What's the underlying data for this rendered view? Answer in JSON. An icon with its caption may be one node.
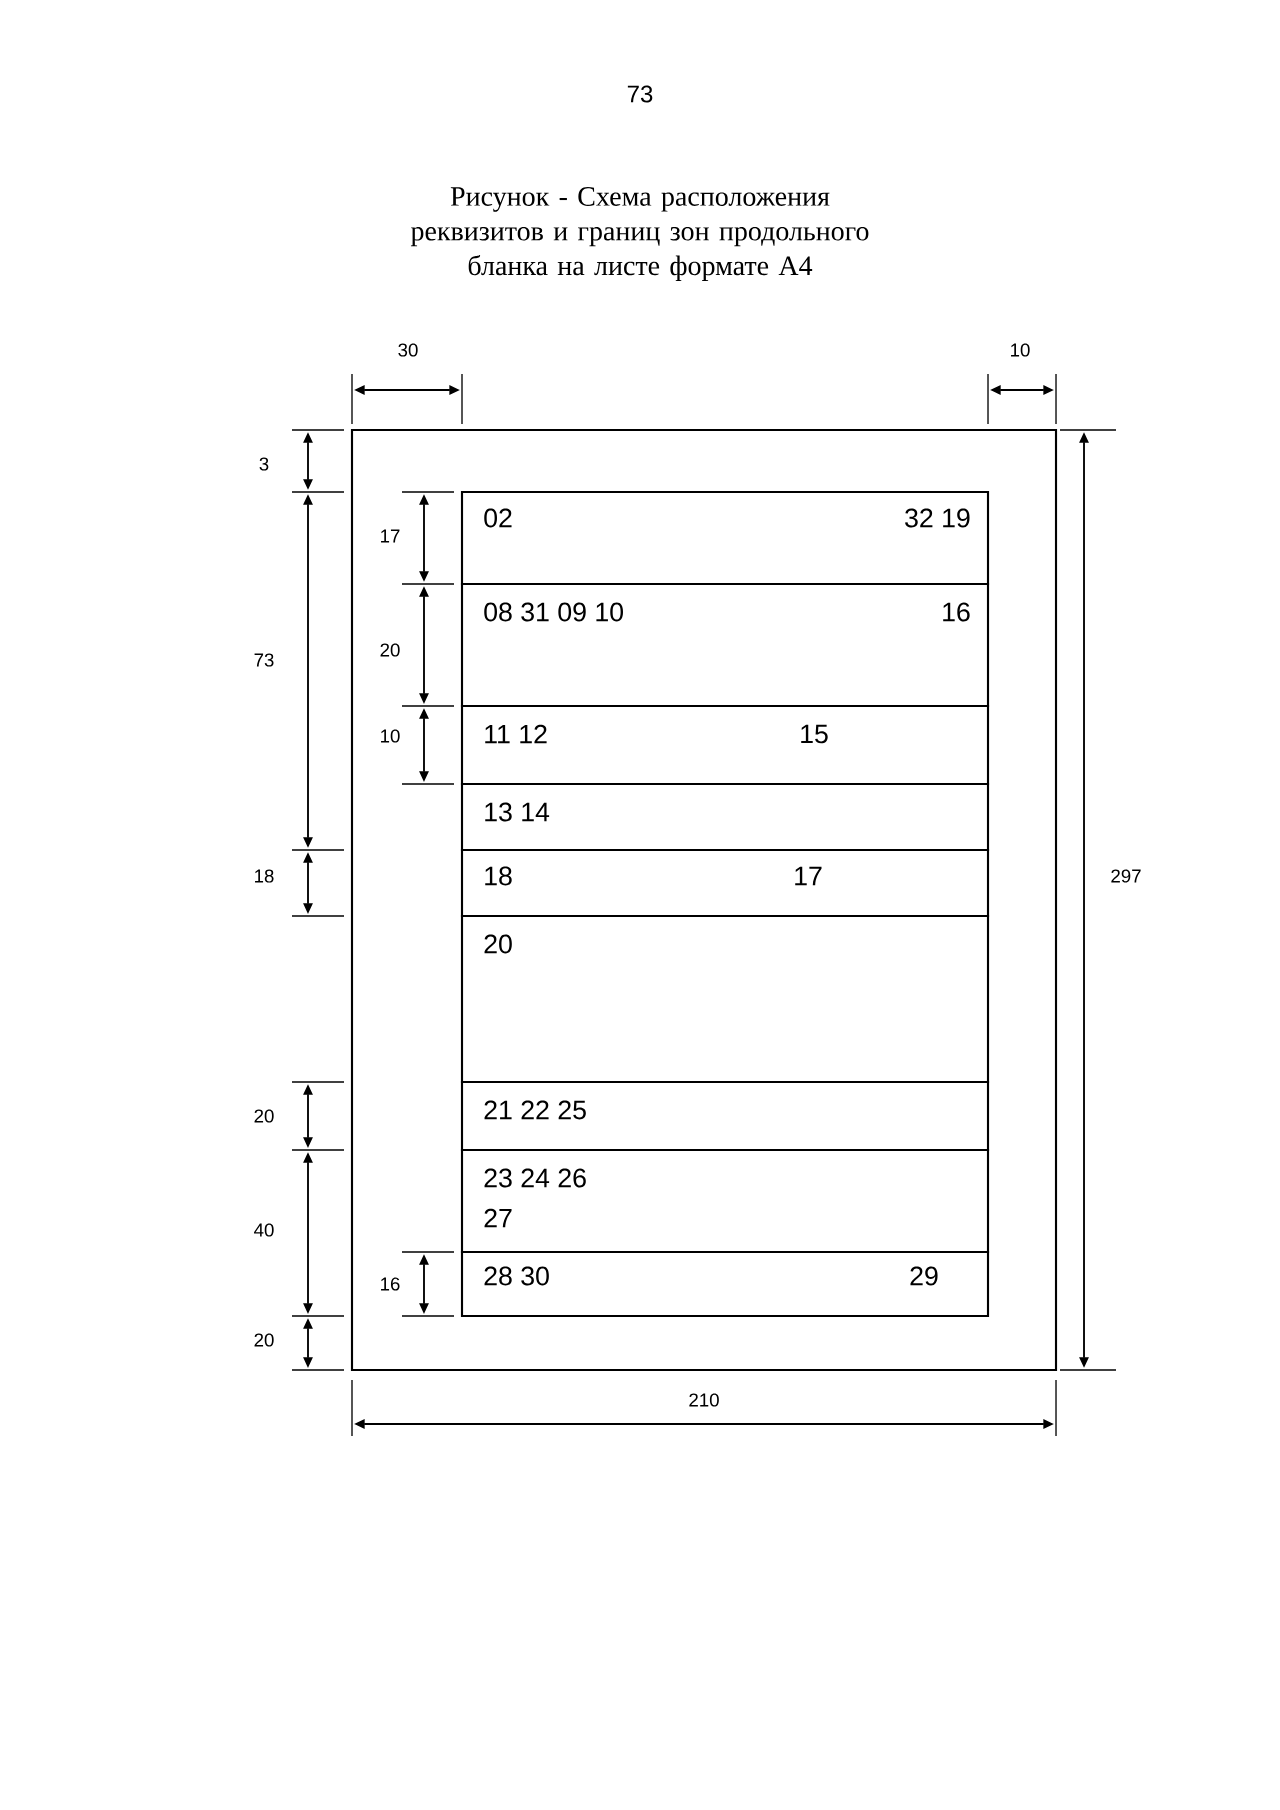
{
  "diagram": {
    "title": "Рисунок - Схема расположения реквизитов и границ зон продольного бланка на листе формате А4",
    "nodes": [
      {
        "text": [],
        "shape": "box"
      },
      {
        "text": [
          "02",
          "32 19"
        ],
        "in": 0
      },
      {
        "text": [
          "08 31 09 10",
          "16"
        ],
        "in": 0
      },
      {
        "text": [
          "11 12",
          "15"
        ],
        "in": 0
      },
      {
        "text": [
          "13 14"
        ],
        "in": 0
      },
      {
        "text": [
          "18",
          "17"
        ],
        "in": 0
      },
      {
        "text": [
          "20"
        ],
        "in": 0
      },
      {
        "text": [
          "21 22 25"
        ],
        "in": 0
      },
      {
        "text": [
          "23 24 26",
          "27"
        ],
        "in": 0
      },
      {
        "text": [
          "28 30",
          "29"
        ],
        "in": 0
      }
    ],
    "labels": [
      "73",
      "30",
      "10",
      "3",
      "17",
      "73",
      "20",
      "10",
      "18",
      "20",
      "40",
      "16",
      "20",
      "297",
      "210"
    ]
  }
}
